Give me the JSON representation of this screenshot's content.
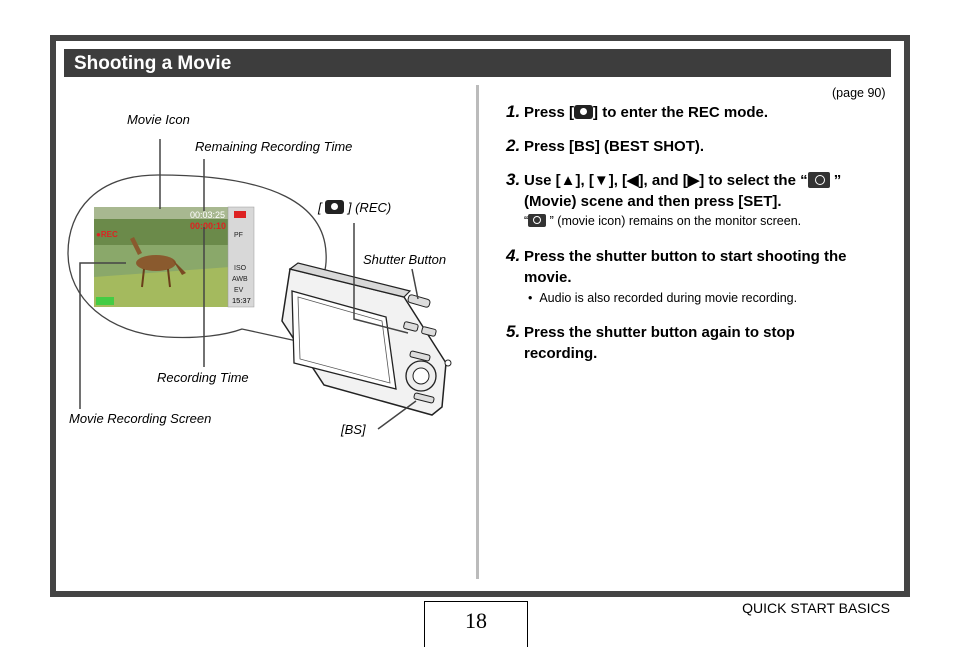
{
  "header": {
    "title": "Shooting a Movie"
  },
  "diagram": {
    "labels": {
      "movie_icon": "Movie Icon",
      "remaining_time": "Remaining Recording Time",
      "rec_suffix": "] (REC)",
      "rec_prefix": "[",
      "shutter_button": "Shutter Button",
      "recording_time": "Recording Time",
      "movie_screen": "Movie Recording Screen",
      "bs": "[BS]"
    },
    "screen": {
      "remaining": "00:03:25",
      "elapsed": "00:00:10",
      "rec": "●REC",
      "clock": "15:37",
      "side_icons": [
        "PF",
        "ISO",
        "AWB",
        "EV"
      ]
    }
  },
  "page_ref": "(page 90)",
  "steps": [
    {
      "num": "1.",
      "pre": "Press [",
      "post": "] to enter the REC mode."
    },
    {
      "num": "2.",
      "text": "Press [BS] (BEST SHOT)."
    },
    {
      "num": "3.",
      "line1_pre": "Use [▲], [▼], [◀], and [▶] to select the “",
      "line1_post": " ”",
      "line2": "(Movie) scene and then press [SET].",
      "note_pre": "“",
      "note_post": " ” (movie icon) remains on the monitor screen."
    },
    {
      "num": "4.",
      "text": "Press the shutter button to start shooting the movie.",
      "note": "Audio is also recorded during movie recording."
    },
    {
      "num": "5.",
      "text": "Press the shutter button again to stop recording."
    }
  ],
  "footer": {
    "page_number": "18",
    "section": "QUICK START BASICS"
  }
}
